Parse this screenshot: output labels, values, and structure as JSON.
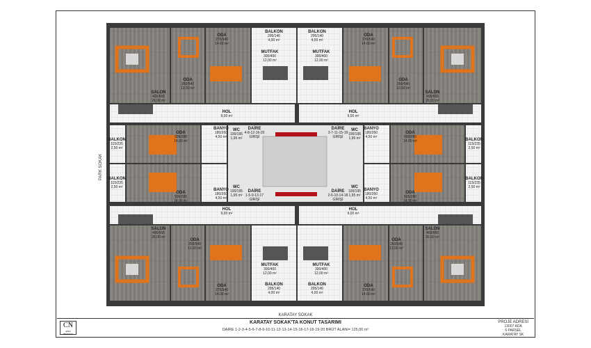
{
  "rooms": {
    "oda_tl": {
      "name": "ODA",
      "dim": "270/540",
      "area": "14,60 m²"
    },
    "oda_tl2": {
      "name": "ODA",
      "dim": "260/540",
      "area": "13,50 m²"
    },
    "salon_tl": {
      "name": "SALON",
      "dim": "400/665",
      "area": "26,00 m²"
    },
    "balkon_tl": {
      "name": "BALKON",
      "dim": "295/140",
      "area": "4,00 m²"
    },
    "mutfak_tl": {
      "name": "MUTFAK",
      "dim": "300/400",
      "area": "12,00 m²"
    },
    "balkon_tr": {
      "name": "BALKON",
      "dim": "295/140",
      "area": "4,00 m²"
    },
    "mutfak_tr": {
      "name": "MUTFAK",
      "dim": "300/400",
      "area": "12,00 m²"
    },
    "oda_tr": {
      "name": "ODA",
      "dim": "270/540",
      "area": "14,00 m²"
    },
    "oda_tr2": {
      "name": "ODA",
      "dim": "260/540",
      "area": "13,50 m²"
    },
    "salon_tr": {
      "name": "SALON",
      "dim": "400/665",
      "area": "26,00 m²"
    },
    "hol_tl": {
      "name": "HOL",
      "area": "9,00 m²"
    },
    "hol_tr": {
      "name": "HOL",
      "area": "9,00 m²"
    },
    "balkon_ml": {
      "name": "BALKON",
      "dim": "115/235",
      "area": "2,50 m²"
    },
    "oda_ml": {
      "name": "ODA",
      "dim": "505/280",
      "area": "14,00 m²"
    },
    "banyo_ml": {
      "name": "BANYO",
      "dim": "180/260",
      "area": "4,50 m²"
    },
    "wc_ml": {
      "name": "WC",
      "dim": "100/195",
      "area": "1,95 m²"
    },
    "daire_ml": {
      "name": "DAİRE",
      "sub": "4-8-12-16-20",
      "extra": "GİRİŞİ"
    },
    "daire_mr": {
      "name": "DAİRE",
      "sub": "3-7-11-15-19",
      "extra": "GİRİŞİ"
    },
    "wc_mr": {
      "name": "WC",
      "dim": "100/195",
      "area": "1,95 m²"
    },
    "banyo_mr": {
      "name": "BANYO",
      "dim": "180/260",
      "area": "4,50 m²"
    },
    "oda_mr": {
      "name": "ODA",
      "dim": "505/280",
      "area": "14,00 m²"
    },
    "balkon_mr": {
      "name": "BALKON",
      "dim": "115/235",
      "area": "2,50 m²"
    },
    "balkon_ml2": {
      "name": "BALKON",
      "dim": "115/235",
      "area": "2,50 m²"
    },
    "oda_ml2": {
      "name": "ODA",
      "dim": "505/280",
      "area": "14,00 m²"
    },
    "banyo_ml2": {
      "name": "BANYO",
      "dim": "180/260",
      "area": "4,50 m²"
    },
    "wc_ml2": {
      "name": "WC",
      "dim": "100/195",
      "area": "1,95 m²"
    },
    "daire_ml2": {
      "name": "DAİRE",
      "sub": "1-5-9-13-17",
      "extra": "GİRİŞİ"
    },
    "daire_mr2": {
      "name": "DAİRE",
      "sub": "2-6-10-14-18",
      "extra": "GİRİŞİ"
    },
    "wc_mr2": {
      "name": "WC",
      "dim": "100/195",
      "area": "1,95 m²"
    },
    "banyo_mr2": {
      "name": "BANYO",
      "dim": "180/260",
      "area": "4,50 m²"
    },
    "oda_mr2": {
      "name": "ODA",
      "dim": "505/280",
      "area": "14,00 m²"
    },
    "balkon_mr2": {
      "name": "BALKON",
      "dim": "115/235",
      "area": "2,50 m²"
    },
    "hol_bl": {
      "name": "HOL",
      "area": "9,00 m²"
    },
    "hol_br": {
      "name": "HOL",
      "area": "9,00 m²"
    },
    "salon_bl": {
      "name": "SALON",
      "dim": "400/665",
      "area": "26,00 m²"
    },
    "oda_bl2": {
      "name": "ODA",
      "dim": "260/540",
      "area": "13,50 m²"
    },
    "oda_bl": {
      "name": "ODA",
      "dim": "270/540",
      "area": "14,00 m²"
    },
    "mutfak_bl": {
      "name": "MUTFAK",
      "dim": "300/400",
      "area": "12,00 m²"
    },
    "balkon_bl": {
      "name": "BALKON",
      "dim": "295/140",
      "area": "4,00 m²"
    },
    "mutfak_br": {
      "name": "MUTFAK",
      "dim": "300/400",
      "area": "12,00 m²"
    },
    "balkon_br": {
      "name": "BALKON",
      "dim": "295/140",
      "area": "4,00 m²"
    },
    "oda_br": {
      "name": "ODA",
      "dim": "270/540",
      "area": "14,00 m²"
    },
    "oda_br2": {
      "name": "ODA",
      "dim": "260/540",
      "area": "13,50 m²"
    },
    "salon_br": {
      "name": "SALON",
      "dim": "400/665",
      "area": "26,00 m²"
    }
  },
  "streets": {
    "left": "PARK SOKAK",
    "bottom": "KARATAY SOKAK"
  },
  "titleblock": {
    "logo_mark": "CN",
    "logo_sub": "ÇİNLİ MİMARLIK",
    "title": "KARATAY SOKAK'TA KONUT TASARIMI",
    "subtitle": "DAİRE 1-2-3-4-5-6-7-8-9-10-11-12-13-14-15-16-17-18-19-20 BRÜT ALANI= 125,00 m²",
    "project_heading": "PROJE ADRESİ",
    "ada": "13007 ADA",
    "parsel": "6 PARSEL",
    "sokak": "KARATAY SK"
  },
  "colors": {
    "wall": "#2b2b2b",
    "floor_wood": "#8a8580",
    "tile": "#f2f2f2",
    "sofa": "#e0741c",
    "accent_red": "#b3121b"
  }
}
